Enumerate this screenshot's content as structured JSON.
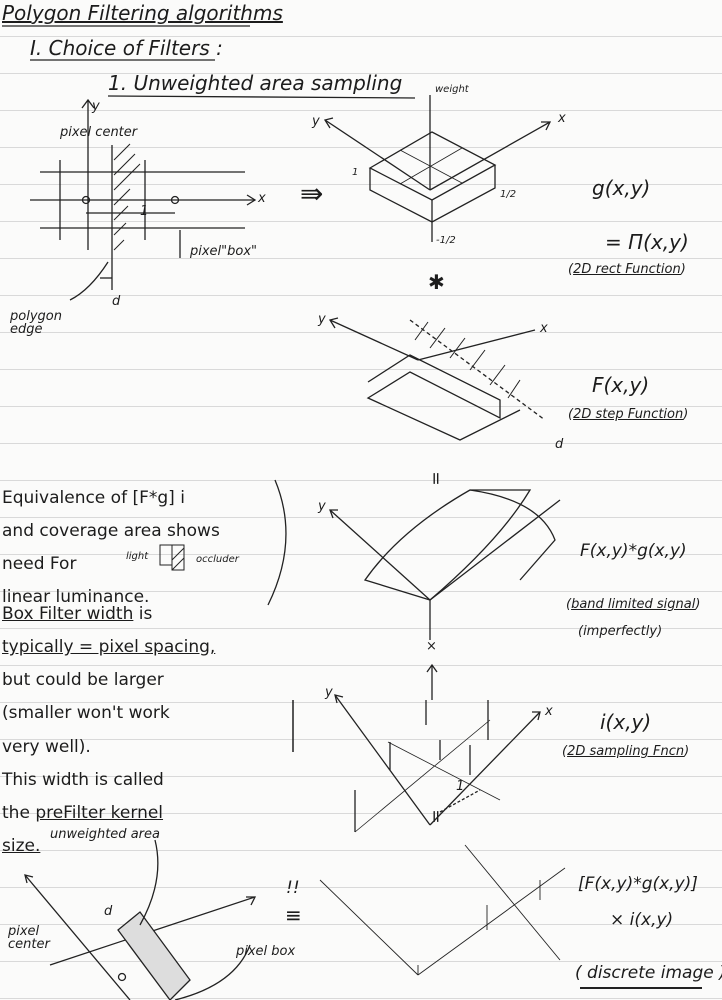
{
  "header": {
    "title": "Polygon Filtering algorithms",
    "section": "I. Choice of Filters :",
    "subsection": "1. Unweighted area sampling"
  },
  "pixel_diagram": {
    "y_label": "y",
    "pixel_center": "pixel center",
    "x_label": "x",
    "unit": "1",
    "pixel_box": "pixel\"box\"",
    "d_label": "d",
    "polygon_edge": "polygon edge",
    "implies": "⇛"
  },
  "rect_function": {
    "weight_label": "weight",
    "y_label": "y",
    "x_label": "x",
    "height_label": "1",
    "half_label": "1/2",
    "neg_half_label": "-1/2",
    "formula": "g(x,y)",
    "equals": "= Π(x,y)",
    "caption": "2D rect Function"
  },
  "convolve_symbol": "✱",
  "step_function": {
    "y_label": "y",
    "x_label": "x",
    "d_label": "d",
    "formula": "F(x,y)",
    "caption": "2D step Function"
  },
  "band_limited": {
    "equals": "=",
    "y_label": "y",
    "formula": "F(x,y)*g(x,y)",
    "caption": "band limited signal",
    "note": "(imperfectly)",
    "times": "×"
  },
  "sampling": {
    "y_label": "y",
    "x_label": "x",
    "unit": "1",
    "equals": "=",
    "formula": "i(x,y)",
    "caption": "2D sampling Fncn"
  },
  "notes": {
    "bullet1": [
      "Equivalence of [F*g] i",
      "and coverage area shows",
      "need For",
      "linear luminance."
    ],
    "light": "light",
    "occluder": "occluder",
    "bullet2_a": "Box Filter width",
    "bullet2_b": " is",
    "bullet2_c": "typically = pixel spacing,",
    "bullet2_d": [
      "but could be larger",
      "(smaller won't work",
      "very well)."
    ],
    "bullet3": [
      "This width is called",
      "the "
    ],
    "bullet3_u": "preFilter kernel",
    "bullet3_end": "size."
  },
  "bottom_left": {
    "unweighted_area": "unweighted area",
    "pixel_center": "pixel center",
    "d_label": "d",
    "pixel_box": "pixel box",
    "equiv": "≡",
    "excl": "!!"
  },
  "discrete": {
    "formula": "[F(x,y)*g(x,y)]",
    "times": "× i(x,y)",
    "caption": "discrete image"
  }
}
